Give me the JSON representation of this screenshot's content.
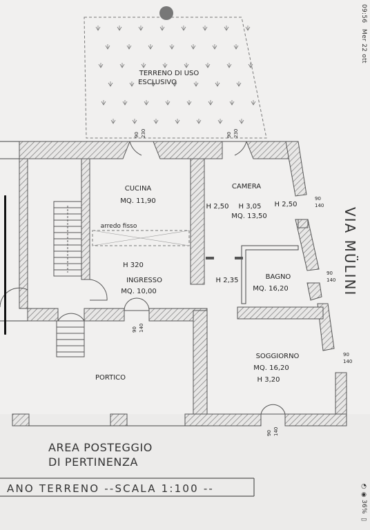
{
  "status_bar": {
    "time": "09:56",
    "date": "Mer 22 ott",
    "battery": "36%"
  },
  "plan": {
    "garden": {
      "title_line1": "TERRENO DI USO",
      "title_line2": "ESCLUSIVO"
    },
    "street": "VIA MÜLINI",
    "rooms": {
      "cucina": {
        "name": "CUCINA",
        "area": "MQ. 11,90"
      },
      "camera": {
        "name": "CAMERA",
        "area": "MQ. 13,50",
        "h_left": "H 2,50",
        "h_center": "H 3,05",
        "h_right": "H 2,50"
      },
      "arredo": {
        "label": "arredo fisso"
      },
      "ingresso": {
        "height": "H 320",
        "name": "INGRESSO",
        "area": "MQ. 10,00"
      },
      "corridor": {
        "height": "H 2,35"
      },
      "bagno": {
        "name": "BAGNO",
        "area": "MQ. 16,20"
      },
      "soggiorno": {
        "name": "SOGGIORNO",
        "area": "MQ. 16,20",
        "height": "H 3,20"
      },
      "portico": {
        "name": "PORTICO"
      }
    },
    "openings": [
      {
        "w": "90",
        "h": "230"
      },
      {
        "w": "90",
        "h": "230"
      },
      {
        "w": "90",
        "h": "140"
      },
      {
        "w": "90",
        "h": "140"
      },
      {
        "w": "90",
        "h": "140"
      },
      {
        "w": "90",
        "h": "140"
      },
      {
        "w": "90",
        "h": "140"
      }
    ],
    "parking_line1": "AREA POSTEGGIO",
    "parking_line2": "DI PERTINENZA",
    "scale_label": "ANO TERRENO --SCALA 1:100 --"
  },
  "colors": {
    "wall": "#8b8b8b",
    "ink": "#2b2b2b",
    "paper": "#f1f0ef"
  }
}
